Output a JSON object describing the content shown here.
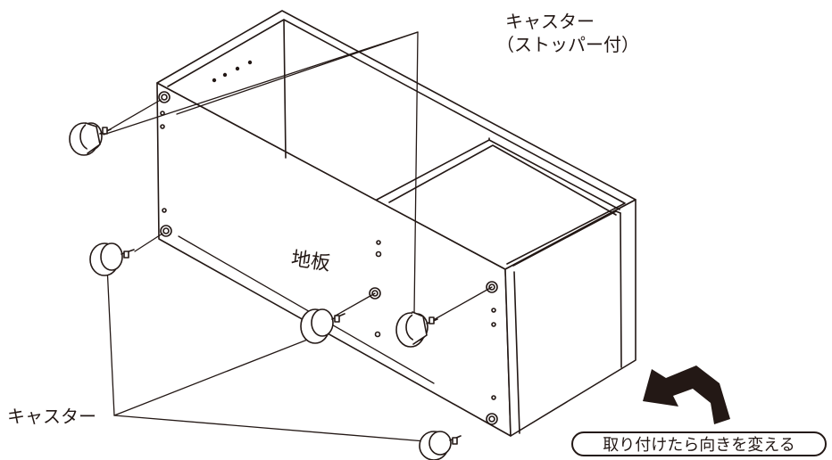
{
  "labels": {
    "caster_stopper_title": "キャスター",
    "caster_stopper_sub": "（ストッパー付）",
    "caster_plain": "キャスター",
    "base_board": "地板"
  },
  "note": {
    "text": "取り付けたら向きを変える"
  },
  "colors": {
    "line": "#231815",
    "fill": "#ffffff",
    "arrow": "#231815"
  },
  "icons": {
    "rotate_arrow": "curved-rotate-arrow-icon"
  }
}
